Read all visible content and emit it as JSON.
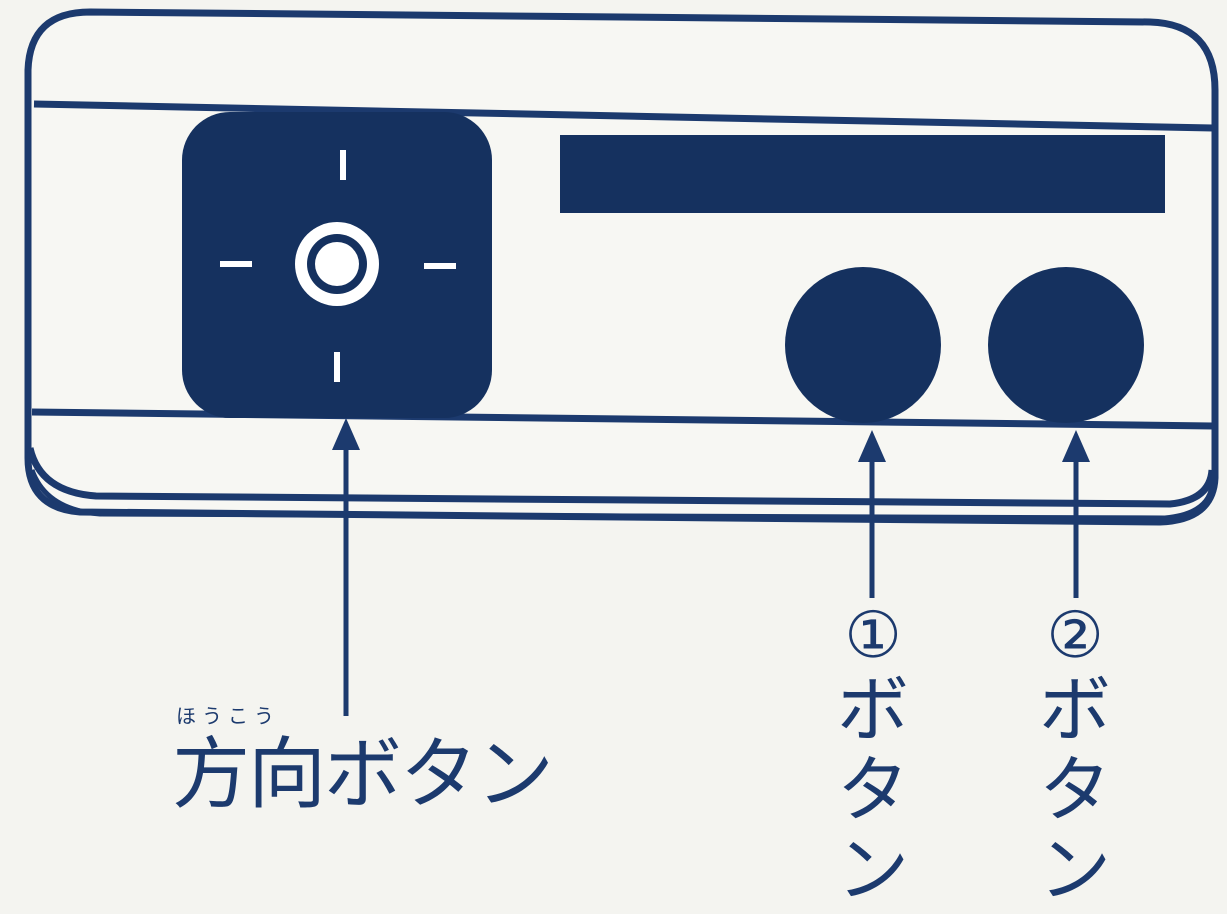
{
  "labels": {
    "dpad_ruby": "ほうこう",
    "dpad": "方向ボタン",
    "button1_number": "①",
    "button1_chars": [
      "ボ",
      "タ",
      "ン"
    ],
    "button2_number": "②",
    "button2_chars": [
      "ボ",
      "タ",
      "ン"
    ]
  },
  "colors": {
    "ink": "#1c3a6e",
    "fill": "#15315f",
    "paper": "#f4f4f0"
  },
  "icons": {
    "dpad": "direction-pad-icon",
    "arrows": "arrow-up-icon"
  }
}
